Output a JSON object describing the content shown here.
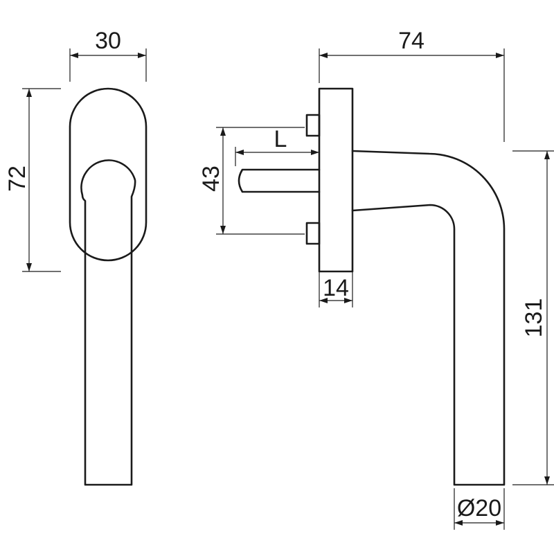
{
  "dimensions": {
    "front_width": "30",
    "front_height": "72",
    "side_projection": "74",
    "spindle_length": "L",
    "rose_spacing": "43",
    "rose_thickness": "14",
    "total_height": "131",
    "diameter": "Ø20"
  }
}
